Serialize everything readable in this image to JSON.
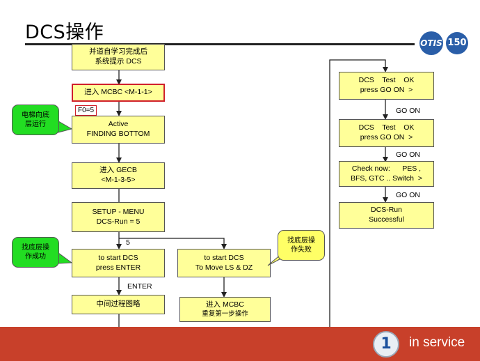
{
  "header": {
    "title": "DCS操作"
  },
  "logos": {
    "left": "OTIS",
    "right": "150"
  },
  "flow": {
    "b1": [
      "并道自学习完成后",
      "系统提示 DCS"
    ],
    "b2": "进入 MCBC <M-1-1>",
    "tag": "F0=5",
    "b3": [
      "Active",
      "FINDING BOTTOM"
    ],
    "b4": [
      "进入 GECB",
      "<M-1-3-5>"
    ],
    "b5": [
      "SETUP - MENU",
      "DCS-Run = 5"
    ],
    "b6": [
      "to start DCS",
      "press ENTER"
    ],
    "b7": [
      "to start DCS",
      "To Move LS & DZ"
    ],
    "b8": "中间过程图略",
    "b9": [
      "进入 MCBC",
      "重复第一步操作"
    ],
    "r1": [
      "DCS    Test    OK",
      "press GO ON  >"
    ],
    "r2": [
      "DCS    Test    OK",
      "press GO ON  >"
    ],
    "r3": [
      "Check now:      PES ,",
      "BFS, GTC .. Switch  >"
    ],
    "r4": [
      "DCS-Run",
      "Successful"
    ]
  },
  "labels": {
    "five": "5",
    "enter": "ENTER",
    "go_on_1": "GO ON",
    "go_on_2": "GO ON",
    "go_on_3": "GO ON"
  },
  "callouts": {
    "c1": [
      "电梯向底",
      "层运行"
    ],
    "c2": [
      "找底层操",
      "作成功"
    ],
    "c3": [
      "找底层操",
      "作失败"
    ]
  },
  "footer": {
    "badge": "1",
    "text": "in service"
  },
  "colors": {
    "box_fill": "#ffff99",
    "highlight_border": "#d0202a",
    "callout_success": "#22dd22",
    "callout_fail": "#ffff66",
    "footer_bar": "#c8402a"
  }
}
